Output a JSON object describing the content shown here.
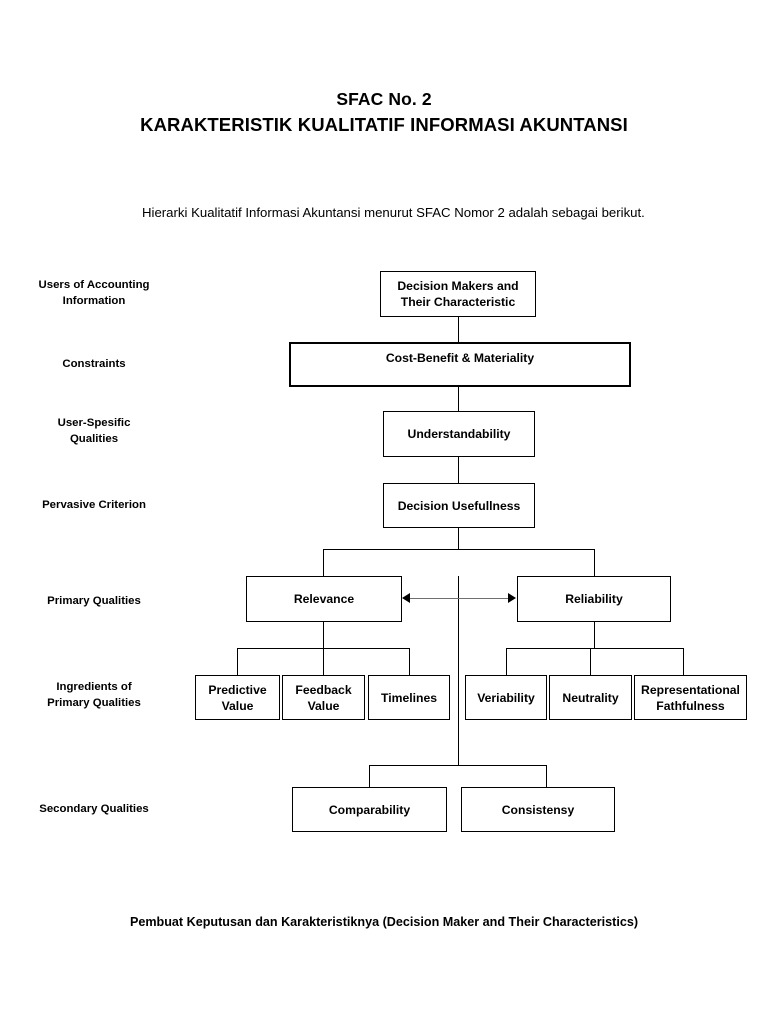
{
  "document": {
    "title_line1": "SFAC No. 2",
    "title_line2": "KARAKTERISTIK KUALITATIF INFORMASI AKUNTANSI",
    "intro": "Hierarki Kualitatif Informasi Akuntansi menurut SFAC Nomor 2 adalah sebagai berikut.",
    "caption": "Pembuat Keputusan dan Karakteristiknya (Decision Maker and Their Characteristics)"
  },
  "row_labels": [
    {
      "id": "users",
      "line1": "Users of Accounting",
      "line2": "Information"
    },
    {
      "id": "constraints",
      "line1": "Constraints",
      "line2": ""
    },
    {
      "id": "user_spesific",
      "line1": "User-Spesific",
      "line2": "Qualities"
    },
    {
      "id": "pervasive",
      "line1": "Pervasive Criterion",
      "line2": ""
    },
    {
      "id": "primary",
      "line1": "Primary Qualities",
      "line2": ""
    },
    {
      "id": "ingredients",
      "line1": "Ingredients of",
      "line2": "Primary Qualities"
    },
    {
      "id": "secondary",
      "line1": "Secondary Qualities",
      "line2": ""
    }
  ],
  "nodes": {
    "decision_makers": {
      "line1": "Decision Makers and",
      "line2": "Their Characteristic"
    },
    "cost_benefit": {
      "text": "Cost-Benefit      &       Materiality"
    },
    "understandability": {
      "text": "Understandability"
    },
    "decision_usefullness": {
      "text": "Decision Usefullness"
    },
    "relevance": {
      "text": "Relevance"
    },
    "reliability": {
      "text": "Reliability"
    },
    "predictive_value": {
      "line1": "Predictive",
      "line2": "Value"
    },
    "feedback_value": {
      "line1": "Feedback",
      "line2": "Value"
    },
    "timelines": {
      "text": "Timelines"
    },
    "veriability": {
      "text": "Veriability"
    },
    "neutrality": {
      "text": "Neutrality"
    },
    "representational_fathfulness": {
      "line1": "Representational",
      "line2": "Fathfulness"
    },
    "comparability": {
      "text": "Comparability"
    },
    "consistensy": {
      "text": "Consistensy"
    }
  },
  "colors": {
    "ink": "#000000",
    "paper": "#ffffff",
    "arrow_shaft": "#6f6f6f"
  }
}
